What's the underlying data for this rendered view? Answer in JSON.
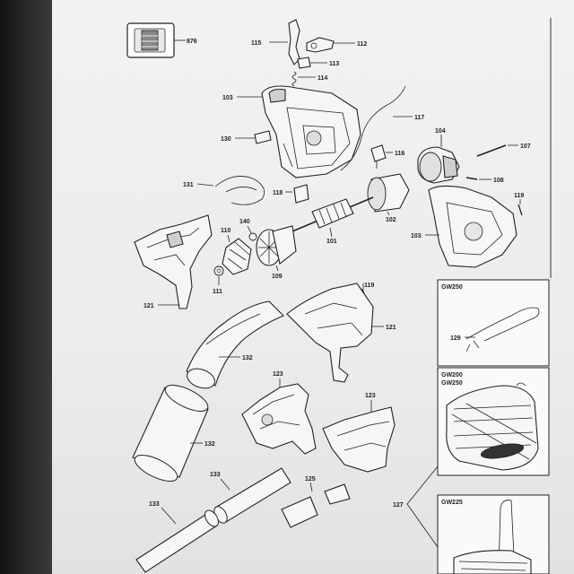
{
  "parts": [
    {
      "id": "p876",
      "label": "876"
    },
    {
      "id": "p115",
      "label": "115"
    },
    {
      "id": "p112",
      "label": "112"
    },
    {
      "id": "p113",
      "label": "113"
    },
    {
      "id": "p114",
      "label": "114"
    },
    {
      "id": "p103a",
      "label": "103"
    },
    {
      "id": "p117",
      "label": "117"
    },
    {
      "id": "p130",
      "label": "130"
    },
    {
      "id": "p116",
      "label": "116"
    },
    {
      "id": "p104",
      "label": "104"
    },
    {
      "id": "p107",
      "label": "107"
    },
    {
      "id": "p108",
      "label": "108"
    },
    {
      "id": "p131",
      "label": "131"
    },
    {
      "id": "p118",
      "label": "118"
    },
    {
      "id": "p102",
      "label": "102"
    },
    {
      "id": "p119a",
      "label": "119"
    },
    {
      "id": "p140",
      "label": "140"
    },
    {
      "id": "p110",
      "label": "110"
    },
    {
      "id": "p101",
      "label": "101"
    },
    {
      "id": "p103b",
      "label": "103"
    },
    {
      "id": "p109",
      "label": "109"
    },
    {
      "id": "p111",
      "label": "111"
    },
    {
      "id": "p121a",
      "label": "121"
    },
    {
      "id": "p119b",
      "label": "119"
    },
    {
      "id": "p121b",
      "label": "121"
    },
    {
      "id": "p132a",
      "label": "132"
    },
    {
      "id": "p123a",
      "label": "123"
    },
    {
      "id": "p123b",
      "label": "123"
    },
    {
      "id": "p132b",
      "label": "132"
    },
    {
      "id": "p133a",
      "label": "133"
    },
    {
      "id": "p125",
      "label": "125"
    },
    {
      "id": "p133b",
      "label": "133"
    },
    {
      "id": "p127",
      "label": "127"
    },
    {
      "id": "p129",
      "label": "129"
    }
  ],
  "model_boxes": [
    {
      "id": "box1",
      "title": "GW250"
    },
    {
      "id": "box2",
      "title": "GW200\nGW250"
    },
    {
      "id": "box3",
      "title": "GW225"
    }
  ]
}
